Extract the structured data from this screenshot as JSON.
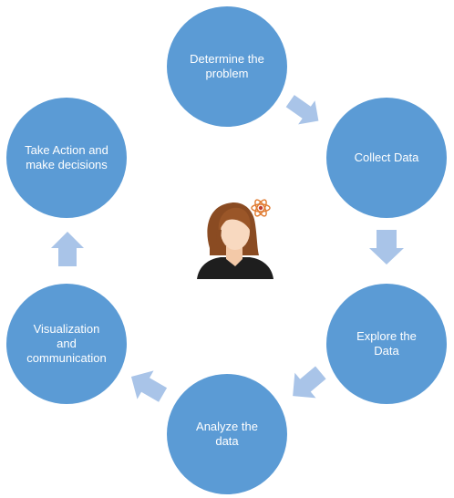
{
  "diagram": {
    "nodes": [
      {
        "label": "Determine the\nproblem"
      },
      {
        "label": "Collect Data"
      },
      {
        "label": "Explore the\nData"
      },
      {
        "label": "Analyze the\ndata"
      },
      {
        "label": "Visualization\nand\ncommunication"
      },
      {
        "label": "Take Action and\nmake decisions"
      }
    ],
    "colors": {
      "node_fill": "#5b9bd5",
      "arrow_fill": "#a9c4e8",
      "text": "#ffffff"
    },
    "center_icon": "woman-thinking-icon"
  }
}
